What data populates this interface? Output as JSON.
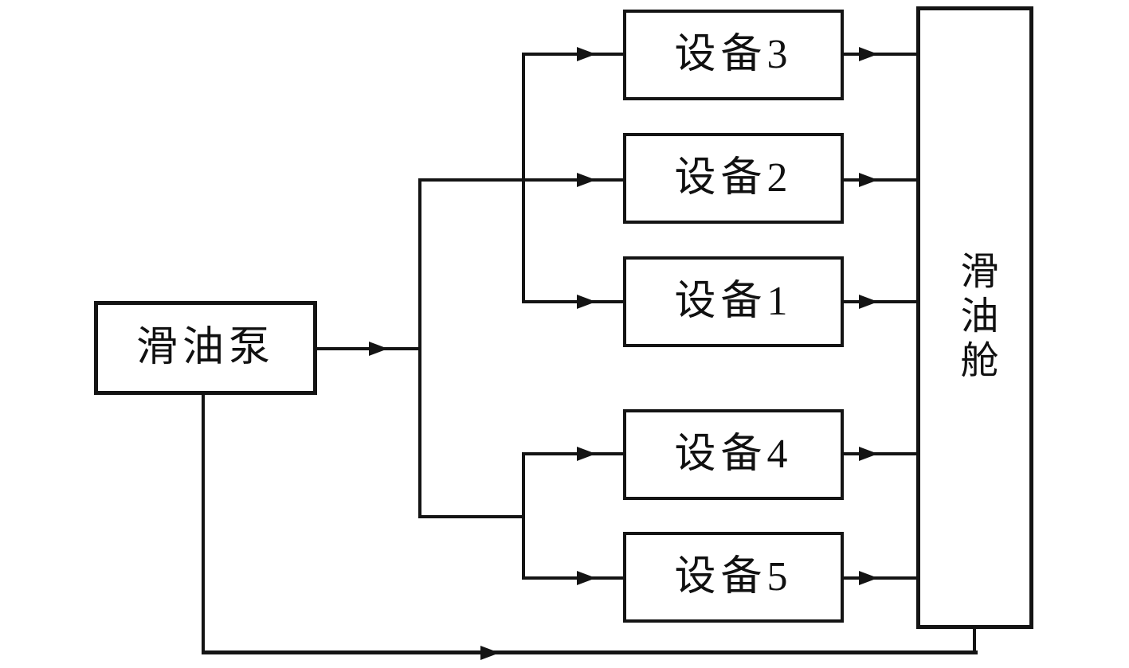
{
  "diagram": {
    "type": "flow-diagram",
    "background_color": "#ffffff",
    "line_color": "#141414",
    "text_color": "#111111",
    "pump": {
      "label": "滑油泵"
    },
    "devices": [
      {
        "label": "设备3"
      },
      {
        "label": "设备2"
      },
      {
        "label": "设备1"
      },
      {
        "label": "设备4"
      },
      {
        "label": "设备5"
      }
    ],
    "tank": {
      "label": "滑油舱"
    },
    "connections": {
      "pump_to_manifold": "滑油泵 → manifold",
      "manifold_to_devices": "manifold → 设备1-5",
      "devices_to_tank": "设备1-5 → 滑油舱",
      "pump_bypass_to_tank": "滑油泵 → 滑油舱 (bottom bypass)"
    }
  }
}
